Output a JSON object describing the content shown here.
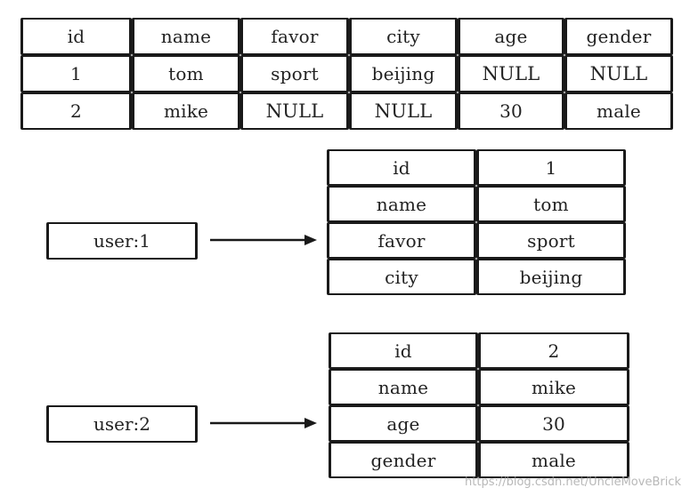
{
  "main_table": {
    "headers": [
      "id",
      "name",
      "favor",
      "city",
      "age",
      "gender"
    ],
    "rows": [
      [
        "1",
        "tom",
        "sport",
        "beijing",
        "NULL",
        "NULL"
      ],
      [
        "2",
        "mike",
        "NULL",
        "NULL",
        "30",
        "male"
      ]
    ]
  },
  "users": [
    {
      "key": "user:1",
      "fields": [
        {
          "field": "id",
          "value": "1"
        },
        {
          "field": "name",
          "value": "tom"
        },
        {
          "field": "favor",
          "value": "sport"
        },
        {
          "field": "city",
          "value": "beijing"
        }
      ]
    },
    {
      "key": "user:2",
      "fields": [
        {
          "field": "id",
          "value": "2"
        },
        {
          "field": "name",
          "value": "mike"
        },
        {
          "field": "age",
          "value": "30"
        },
        {
          "field": "gender",
          "value": "male"
        }
      ]
    }
  ],
  "watermark": "https://blog.csdn.net/UncleMoveBrick"
}
